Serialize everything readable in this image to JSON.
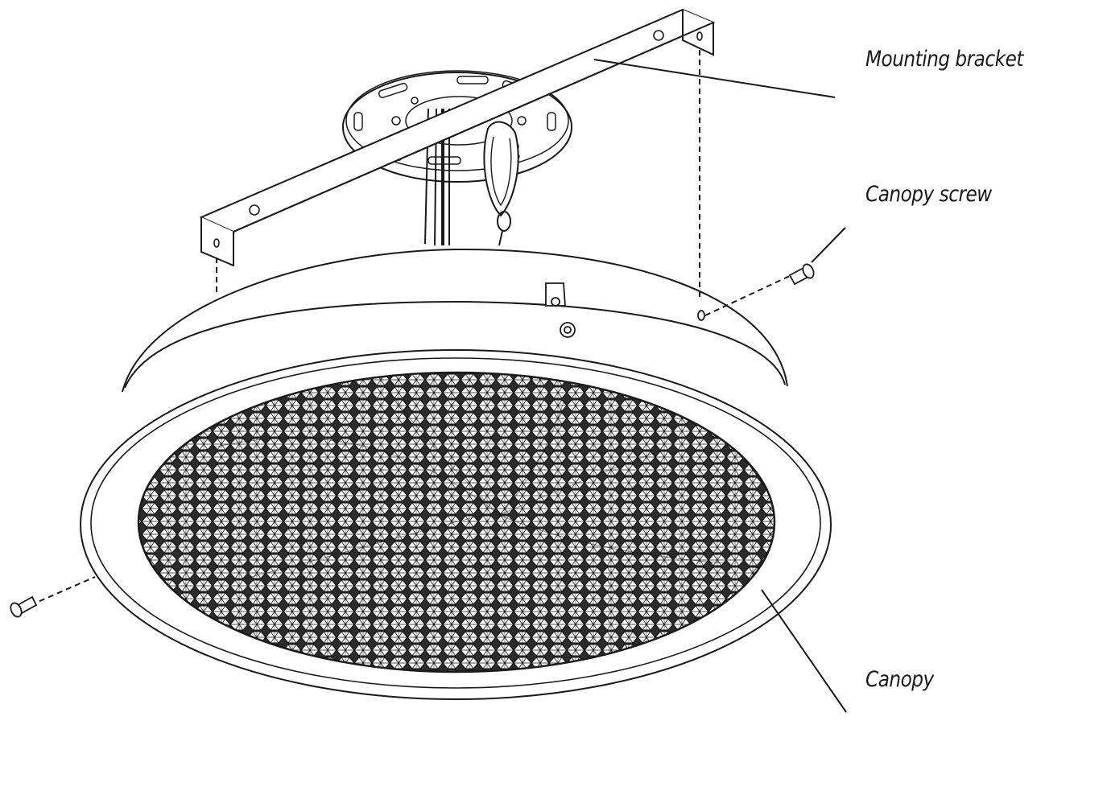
{
  "labels": {
    "mounting_bracket": "Mounting bracket",
    "canopy_screw": "Canopy screw",
    "canopy": "Canopy"
  },
  "colors": {
    "line": "#1a1a1a",
    "diffuser_fill": "#2b2b2b",
    "background": "#ffffff"
  }
}
